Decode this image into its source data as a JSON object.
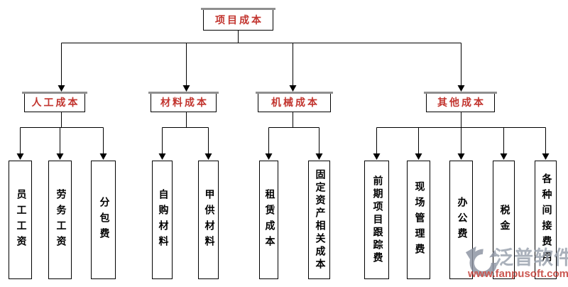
{
  "diagram": {
    "root": {
      "label": "项目成本"
    },
    "branches": [
      {
        "label": "人工成本",
        "children": [
          "员工工资",
          "劳务工资",
          "分包费"
        ]
      },
      {
        "label": "材料成本",
        "children": [
          "自购材料",
          "甲供材料"
        ]
      },
      {
        "label": "机械成本",
        "children": [
          "租赁成本",
          "固定资产相关成本"
        ]
      },
      {
        "label": "其他成本",
        "children": [
          "前期项目跟踪费",
          "现场管理费",
          "办公费",
          "税金",
          "各种间接费用"
        ]
      }
    ],
    "colors": {
      "header_text": "#c2342e",
      "leaf_text": "#000000",
      "line": "#000000",
      "header_top_bar": "#8f8f8f",
      "background": "#ffffff"
    }
  },
  "watermark": {
    "logo_icon": "fanpu-logo",
    "brand": "泛普软件",
    "url": "www.fanpusoft.com",
    "brand_color": "#98a0ad",
    "url_color": "#c0332c"
  }
}
